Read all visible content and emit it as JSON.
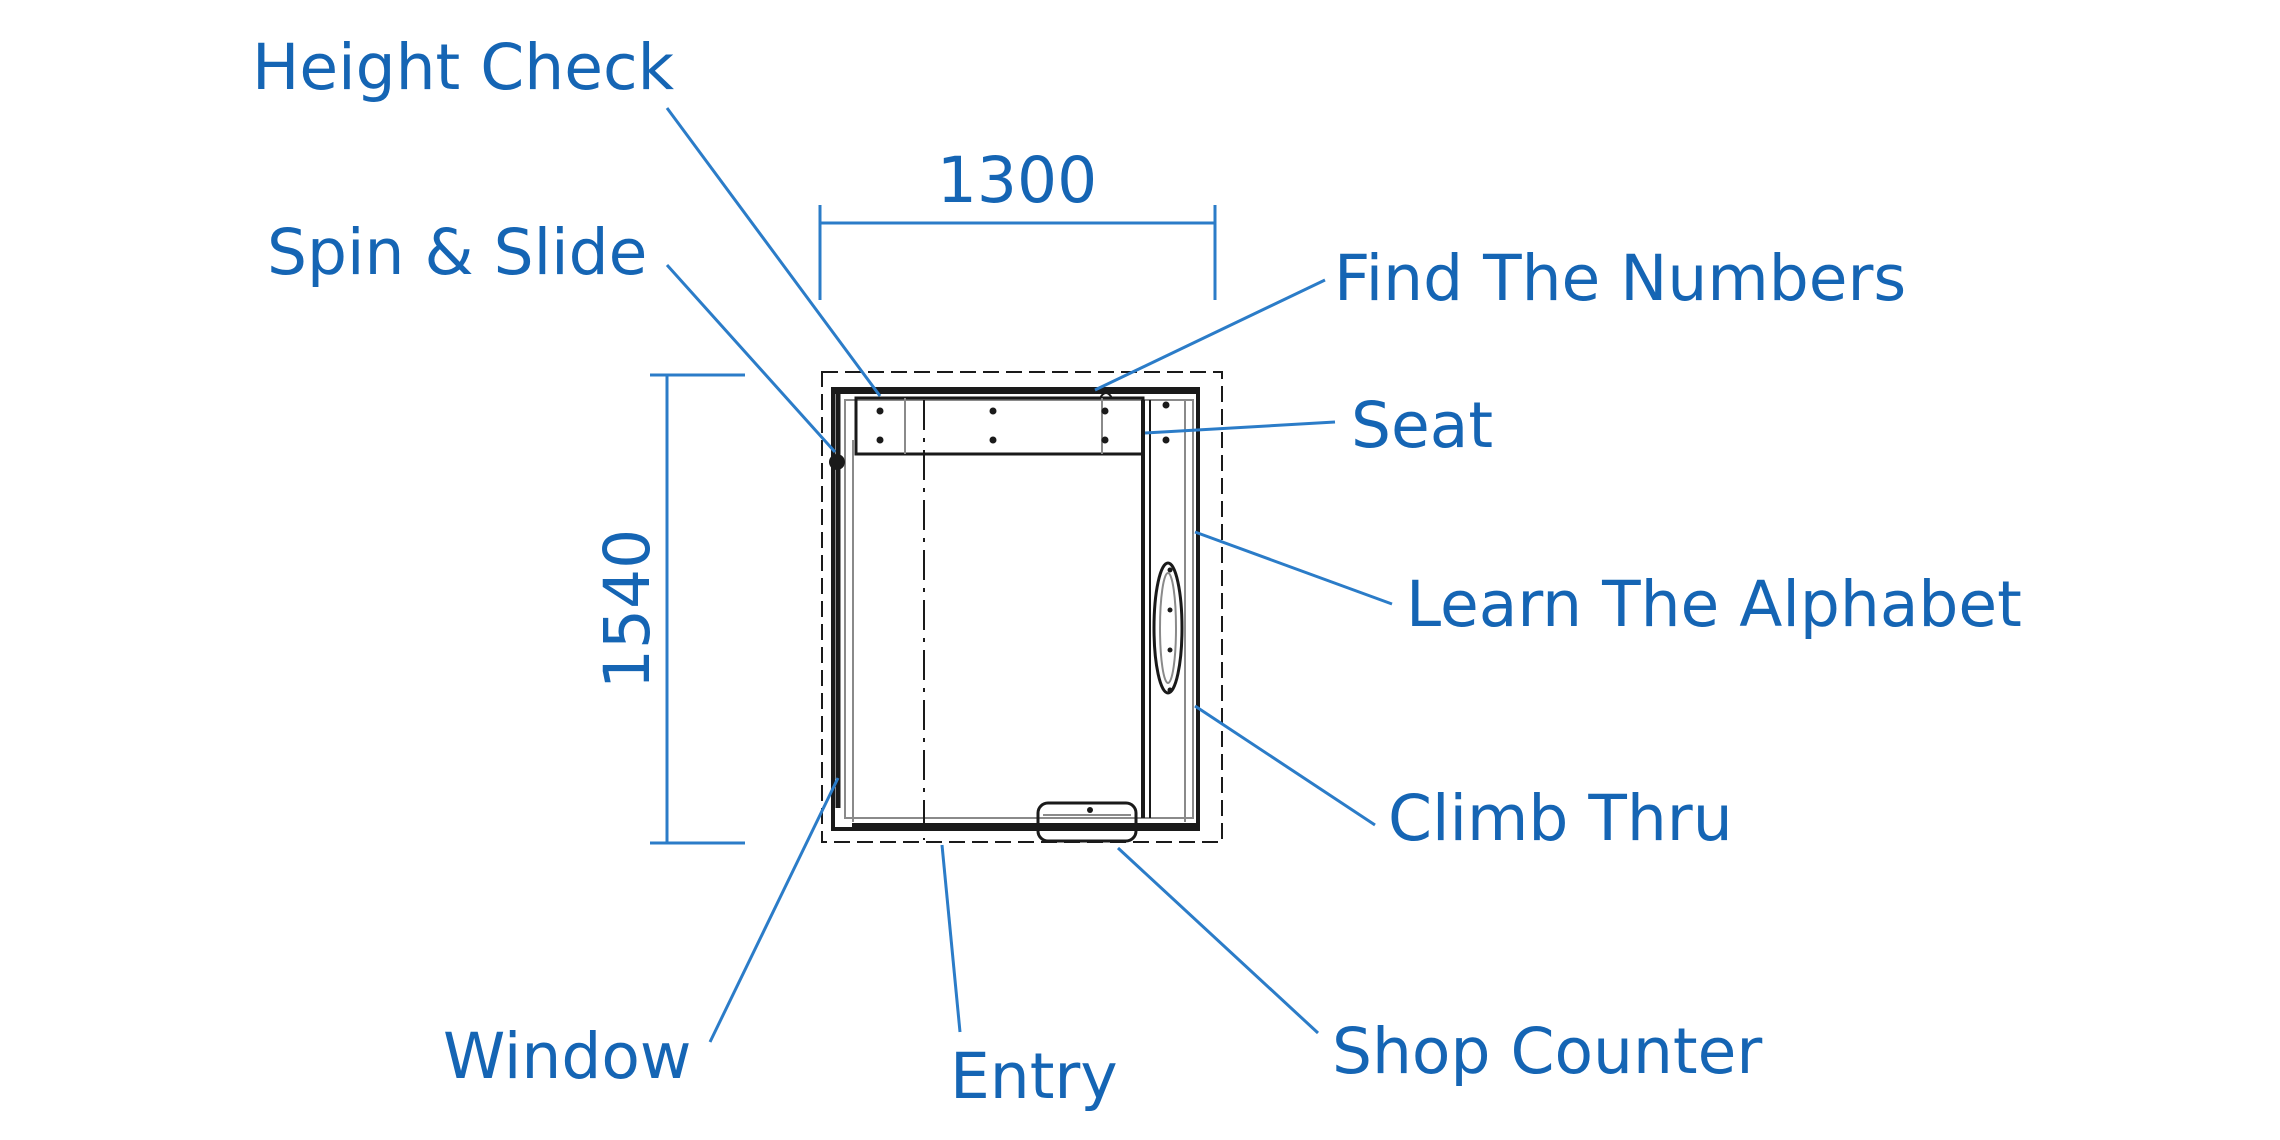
{
  "dimensions": {
    "width": "1300",
    "depth": "1540"
  },
  "labels": {
    "height_check": "Height Check",
    "spin_slide": "Spin & Slide",
    "find_numbers": "Find The Numbers",
    "seat": "Seat",
    "learn_alphabet": "Learn The Alphabet",
    "climb_thru": "Climb Thru",
    "window": "Window",
    "entry": "Entry",
    "shop_counter": "Shop Counter"
  },
  "colors": {
    "label": "#1565b4",
    "leader": "#2b7cc8",
    "drawing": "#1a1a1a"
  }
}
